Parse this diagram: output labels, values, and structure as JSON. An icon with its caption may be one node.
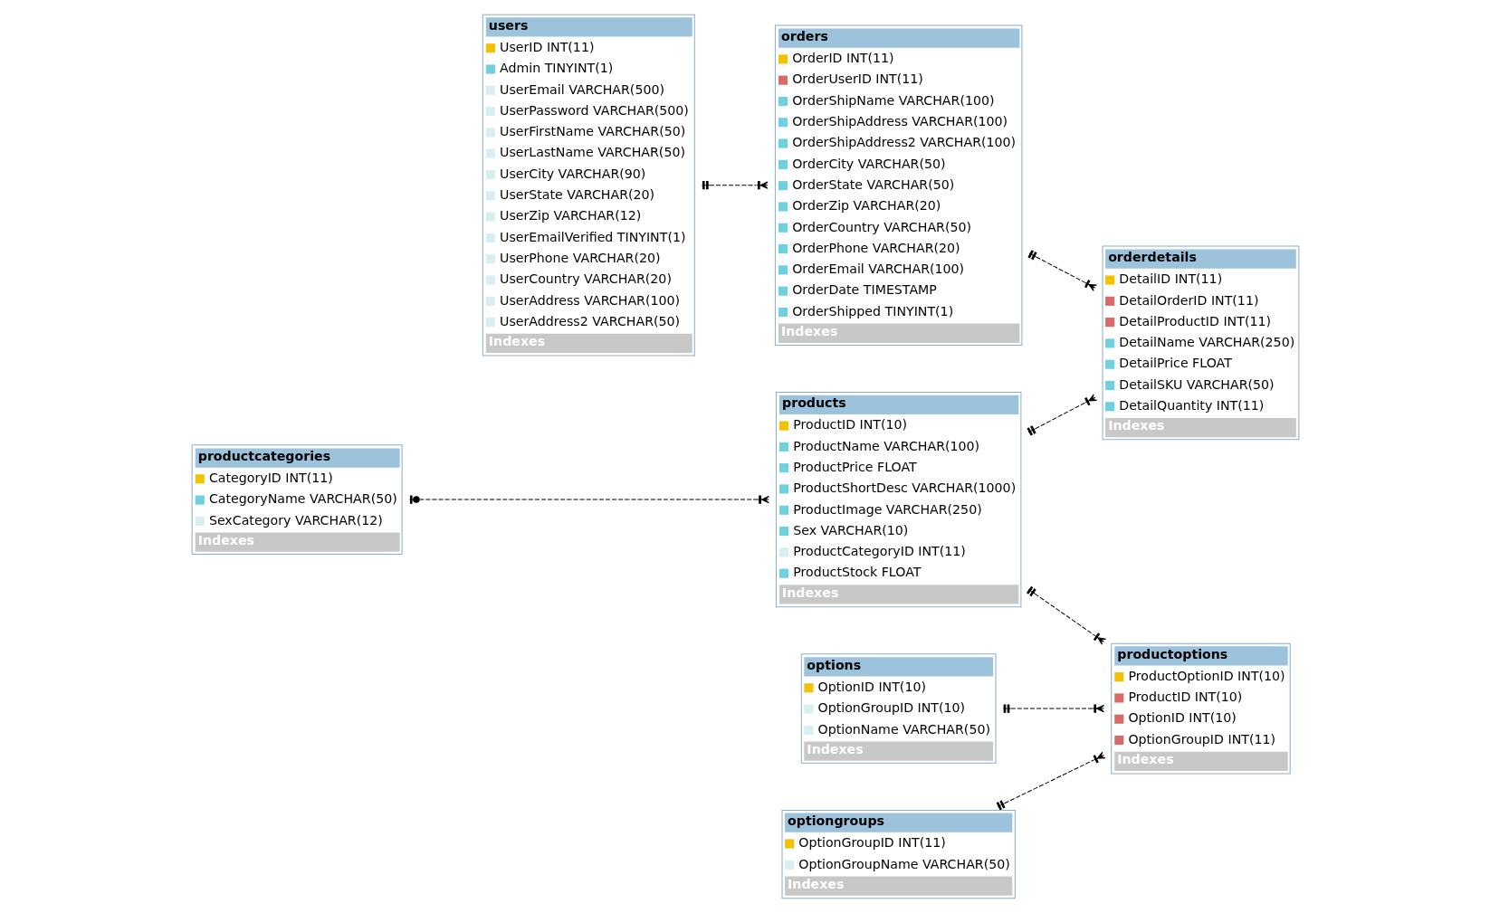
{
  "diagram": {
    "nodes": [
      {
        "text": [
          "users",
          "UserID INT(11)",
          "Admin TINYINT(1)",
          "UserEmail VARCHAR(500)",
          "UserPassword VARCHAR(500)",
          "UserFirstName VARCHAR(50)",
          "UserLastName VARCHAR(50)",
          "UserCity VARCHAR(90)",
          "UserState VARCHAR(20)",
          "UserZip VARCHAR(12)",
          "UserEmailVerified TINYINT(1)",
          "UserPhone VARCHAR(20)",
          "UserCountry VARCHAR(20)",
          "UserAddress VARCHAR(100)",
          "UserAddress2 VARCHAR(50)",
          "Indexes"
        ]
      },
      {
        "text": [
          "orders",
          "OrderID INT(11)",
          "OrderUserID INT(11)",
          "OrderShipName VARCHAR(100)",
          "OrderShipAddress VARCHAR(100)",
          "OrderShipAddress2 VARCHAR(100)",
          "OrderCity VARCHAR(50)",
          "OrderState VARCHAR(50)",
          "OrderZip VARCHAR(20)",
          "OrderCountry VARCHAR(50)",
          "OrderPhone VARCHAR(20)",
          "OrderEmail VARCHAR(100)",
          "OrderDate TIMESTAMP",
          "OrderShipped TINYINT(1)",
          "Indexes"
        ]
      },
      {
        "text": [
          "orderdetails",
          "DetailID INT(11)",
          "DetailOrderID INT(11)",
          "DetailProductID INT(11)",
          "DetailName VARCHAR(250)",
          "DetailPrice FLOAT",
          "DetailSKU VARCHAR(50)",
          "DetailQuantity INT(11)",
          "Indexes"
        ]
      },
      {
        "text": [
          "productcategories",
          "CategoryID INT(11)",
          "CategoryName VARCHAR(50)",
          "SexCategory VARCHAR(12)",
          "Indexes"
        ]
      },
      {
        "text": [
          "products",
          "ProductID INT(10)",
          "ProductName VARCHAR(100)",
          "ProductPrice FLOAT",
          "ProductShortDesc VARCHAR(1000)",
          "ProductImage VARCHAR(250)",
          "Sex VARCHAR(10)",
          "ProductCategoryID INT(11)",
          "ProductStock FLOAT",
          "Indexes"
        ]
      },
      {
        "text": [
          "productoptions",
          "ProductOptionID INT(10)",
          "ProductID INT(10)",
          "OptionID INT(10)",
          "OptionGroupID INT(11)",
          "Indexes"
        ]
      },
      {
        "text": [
          "options",
          "OptionID INT(10)",
          "OptionGroupID INT(10)",
          "OptionName VARCHAR(50)",
          "Indexes"
        ]
      },
      {
        "text": [
          "optiongroups",
          "OptionGroupID INT(11)",
          "OptionGroupName VARCHAR(50)",
          "Indexes"
        ]
      }
    ],
    "edges": [
      {
        "from": 0,
        "to": 1,
        "arrow": "other",
        "style": "dashed"
      },
      {
        "from": 1,
        "to": 2,
        "arrow": "other",
        "style": "dashed"
      },
      {
        "from": 4,
        "to": 2,
        "arrow": "other",
        "style": "dashed"
      },
      {
        "from": 3,
        "to": 4,
        "arrow": "other",
        "style": "dashed"
      },
      {
        "from": 4,
        "to": 5,
        "arrow": "other",
        "style": "dashed"
      },
      {
        "from": 6,
        "to": 5,
        "arrow": "other",
        "style": "dashed"
      },
      {
        "from": 7,
        "to": 5,
        "arrow": "other",
        "style": "dashed"
      }
    ]
  }
}
